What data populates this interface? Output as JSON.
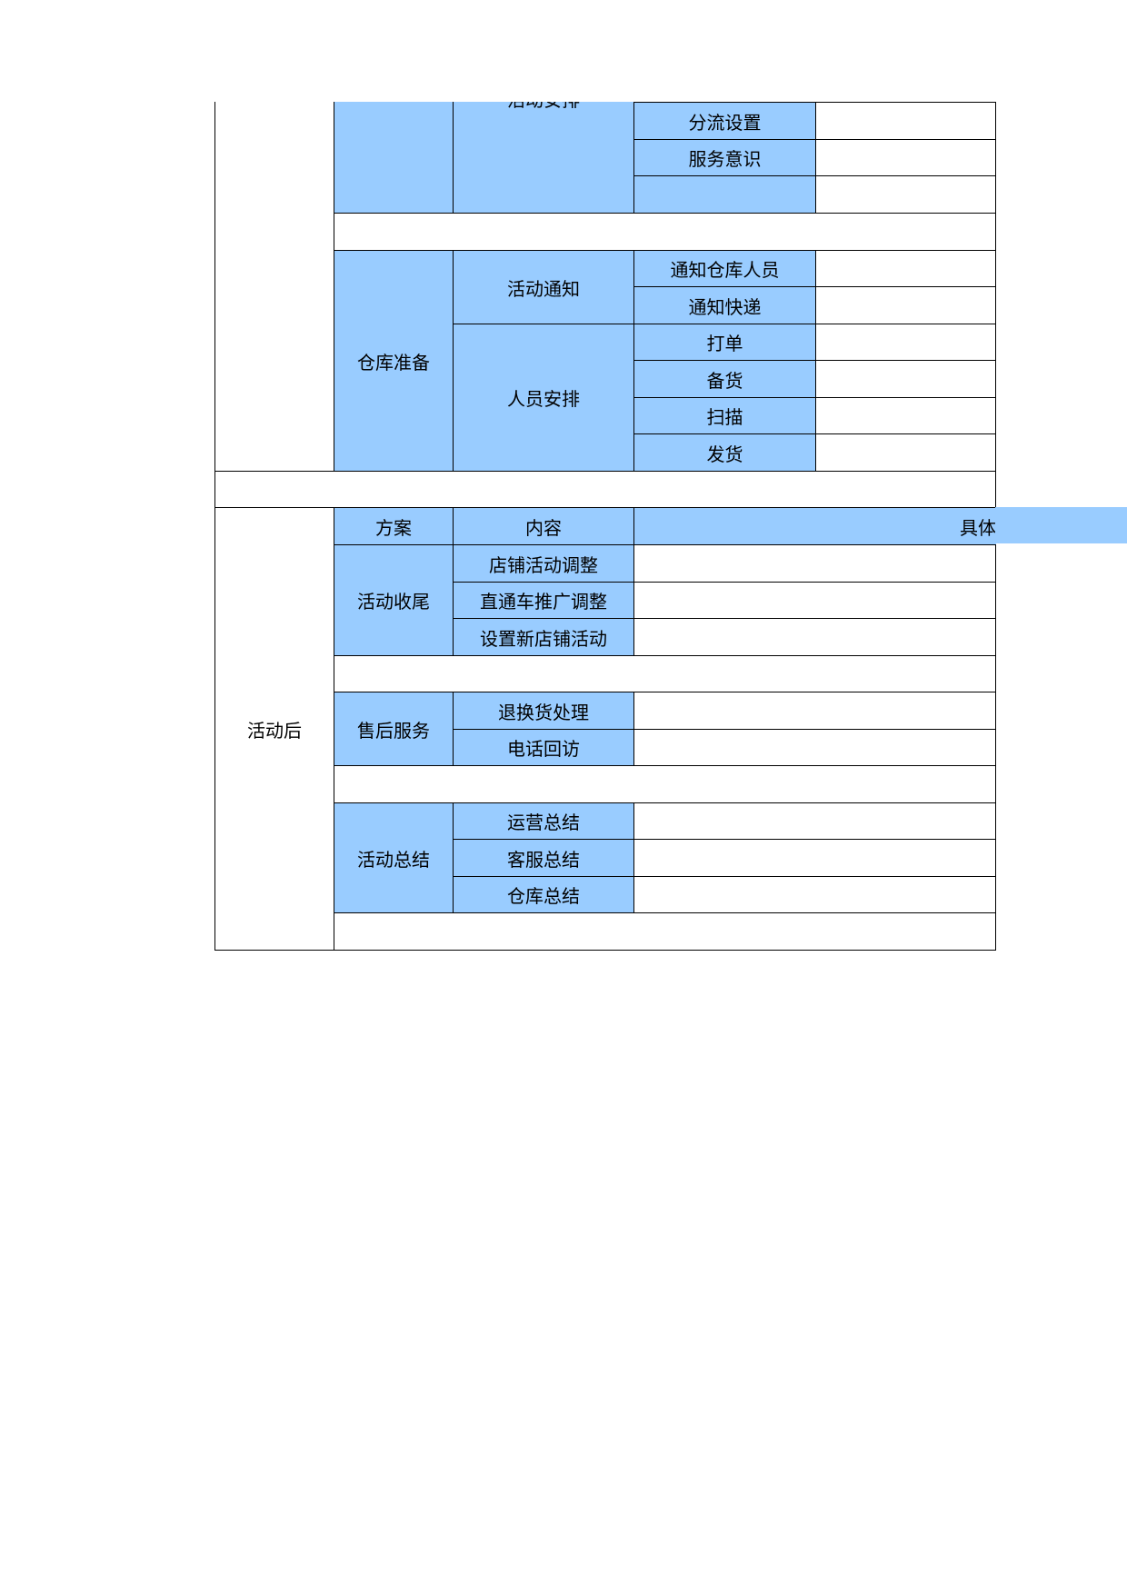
{
  "colors": {
    "cell_blue": "#99ccff",
    "border": "#000000"
  },
  "before_section": {
    "activity_arrangement": {
      "label": "活动安排",
      "items": [
        "分流设置",
        "服务意识",
        ""
      ]
    },
    "warehouse_prep": {
      "label": "仓库准备",
      "activity_notice": {
        "label": "活动通知",
        "items": [
          "通知仓库人员",
          "通知快递"
        ]
      },
      "staffing": {
        "label": "人员安排",
        "items": [
          "打单",
          "备货",
          "扫描",
          "发货"
        ]
      }
    }
  },
  "after_section": {
    "label": "活动后",
    "header": {
      "plan": "方案",
      "content": "内容",
      "detail": "具体"
    },
    "groups": [
      {
        "label": "活动收尾",
        "items": [
          "店铺活动调整",
          "直通车推广调整",
          "设置新店铺活动"
        ]
      },
      {
        "label": "售后服务",
        "items": [
          "退换货处理",
          "电话回访"
        ]
      },
      {
        "label": "活动总结",
        "items": [
          "运营总结",
          "客服总结",
          "仓库总结"
        ]
      }
    ]
  }
}
